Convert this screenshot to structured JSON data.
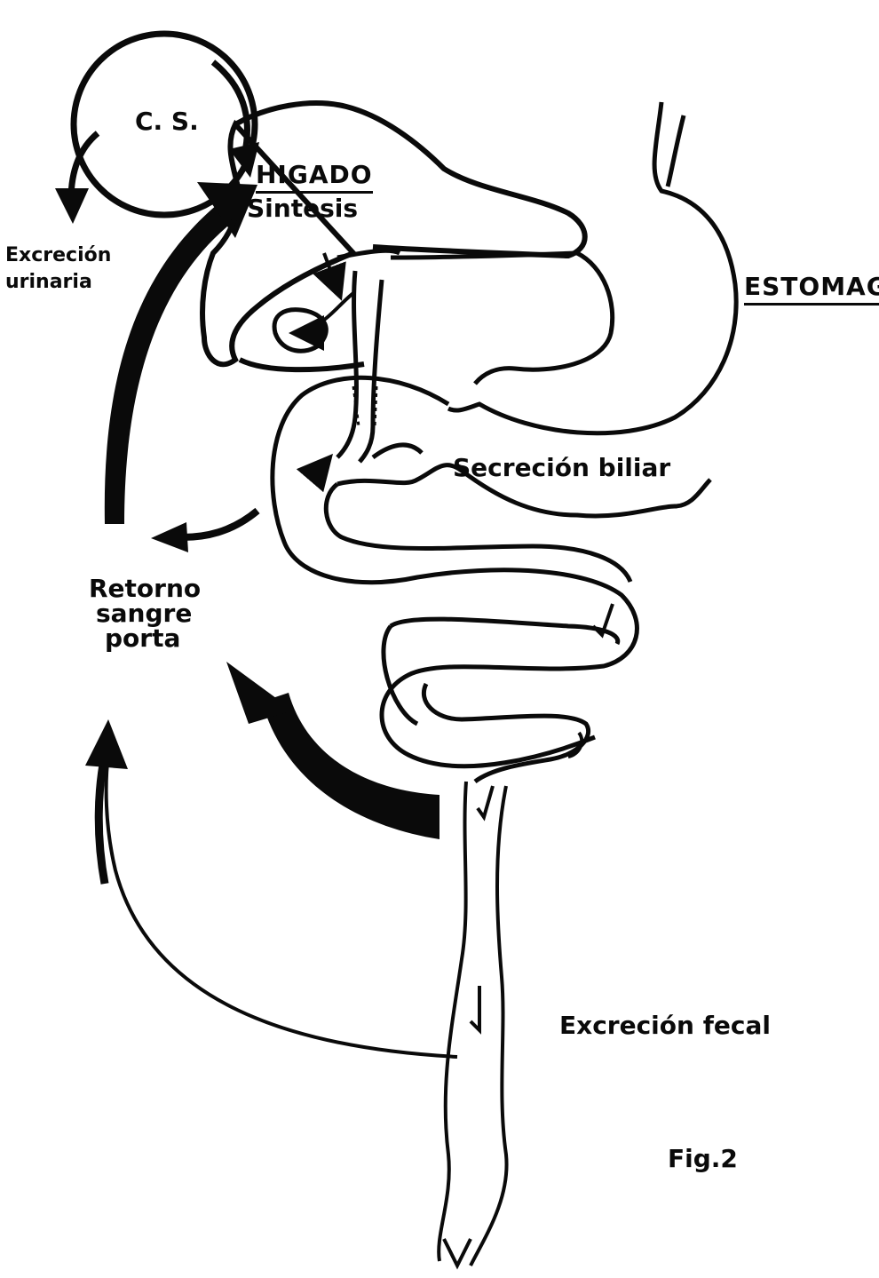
{
  "diagram": {
    "labels": {
      "cs": "C. S.",
      "higado": "HIGADO",
      "sintesis": "Sintesis",
      "estomago": "ESTOMAGO",
      "excrecion_urinaria_1": "Excreción",
      "excrecion_urinaria_2": "urinaria",
      "secrecion_biliar": "Secreción biliar",
      "retorno_1": "Retorno",
      "retorno_2": "sangre",
      "retorno_3": "porta",
      "excrecion_fecal": "Excreción fecal",
      "figure_number": "Fig.2"
    },
    "colors": {
      "ink": "#0a0a0a",
      "paper": "#ffffff"
    }
  }
}
